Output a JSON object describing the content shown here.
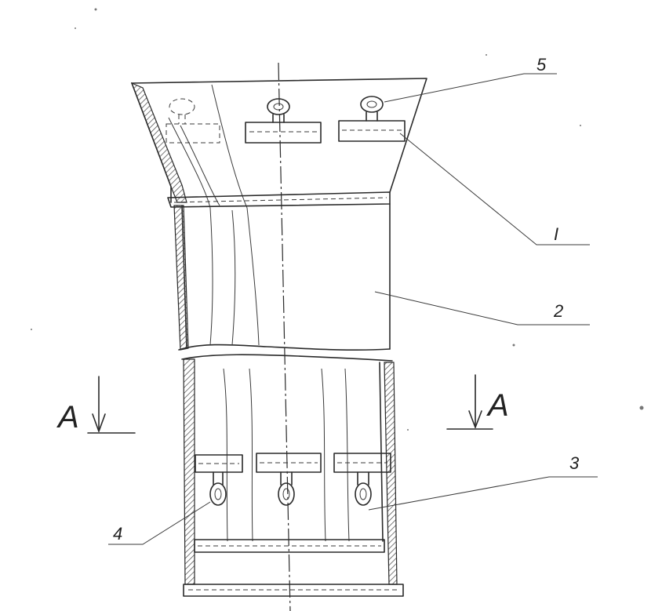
{
  "labels": {
    "part_5": "5",
    "detail_I": "I",
    "part_2": "2",
    "part_3": "3",
    "part_4": "4",
    "section_left": "A",
    "section_right": "A"
  }
}
